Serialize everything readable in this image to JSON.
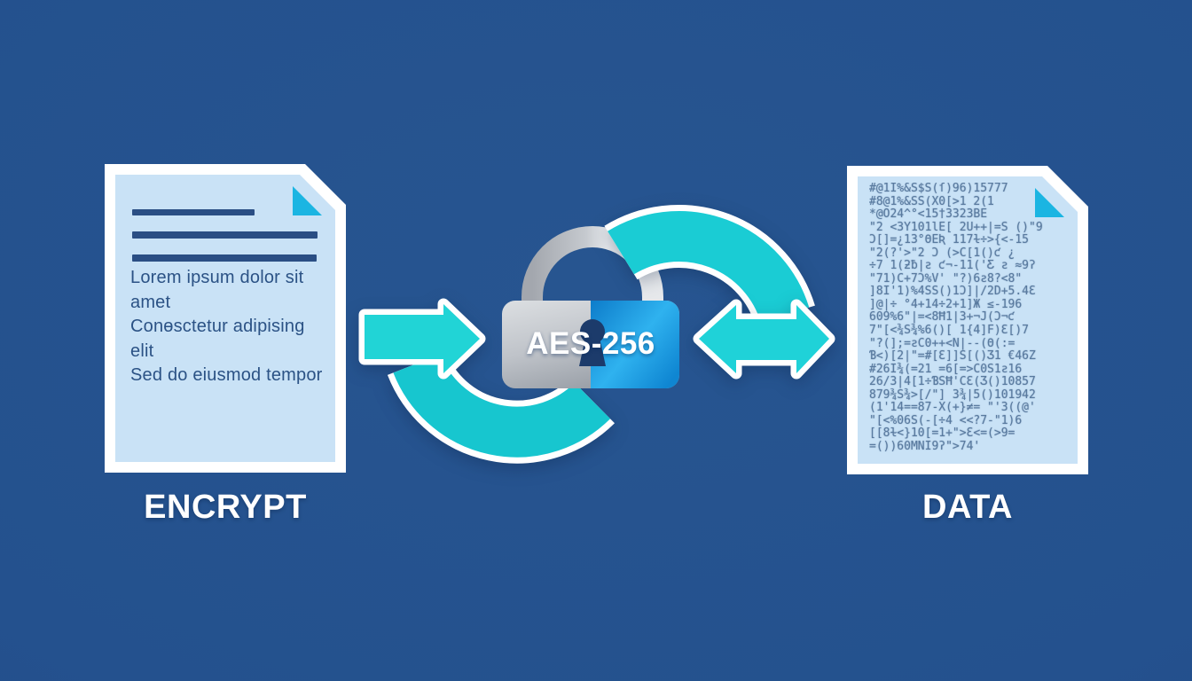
{
  "plain_document": {
    "label": "ENCRYPT",
    "lines": [
      "Lorem ipsum dolor sit amet",
      "Conɵsctetur adipising elit",
      "Sed do eiusmod tempor"
    ]
  },
  "cipher_document": {
    "label": "DATA",
    "lines": [
      "#@1I%&S$S(ſ)96)15777",
      "#8@1%&SS(X0[>1 2(1",
      "*@O24^°<15†3323BE",
      "\"2 <3Y101lE[ 2U++|=S ()\"9",
      "Ɔ[]=¿13°ΘEƦ 117ɫ÷>{<-15",
      "\"2(?'>\"2 Ɔ (>C[1()ƈ ¿",
      "÷7 1(ƻƀ|ƨ ƈ¬-11('Ƹ ƨ ≈9ʔ",
      "\"71)C+7Ɔ%V' \"?)6ƨ8?<8\"",
      "]8I'1)%4SS()1Ɔ]|/2D+5.4Ɛ",
      "]@|÷ °4+14÷2+1]Ж ≤-196",
      "609%6\"|=<8Ħ1|3+¬J(Ɔ¬ƈ",
      "7\"[<¾S¾%6()[ 1{4]F)Ɛ[)7",
      "\"?(];=ƨC0++<N|--(Θ(:=",
      "Ɓ<)[2|\"=#[Ɛ]]S[()Ʒ1 €46Z",
      "#26I¾(=21 =6[=>C0S1ƨ16",
      "26/3|4[1÷ƁSĦ'CƐ(Ʒ()10857",
      "879¾S¾>[/\"] 3¾|5()101942",
      "(1'14==87-X(+}≠= \"'3((@'",
      "\"[<%06S(-[÷4 <<?7-\"1)6",
      "[[8ɫ<}10[=1+\">Ɛ<=(>9=",
      "=())60MNI9ʔ\">74'"
    ]
  },
  "lock": {
    "label": "AES-256"
  },
  "colors": {
    "background": "#24518e",
    "arrow_teal": "#1accd4",
    "outline_white": "#ffffff",
    "doc_fill": "#c9e2f6",
    "fold_teal": "#1bb5e2",
    "doc_bar": "#2a4e84",
    "doc_text": "#2b5285",
    "cipher_text": "#597a9f",
    "lock_blue": "#2fb2ef",
    "lock_silver": "#b6bac1",
    "keyhole_navy": "#1c3b6b",
    "label_text": "#ffffff"
  }
}
